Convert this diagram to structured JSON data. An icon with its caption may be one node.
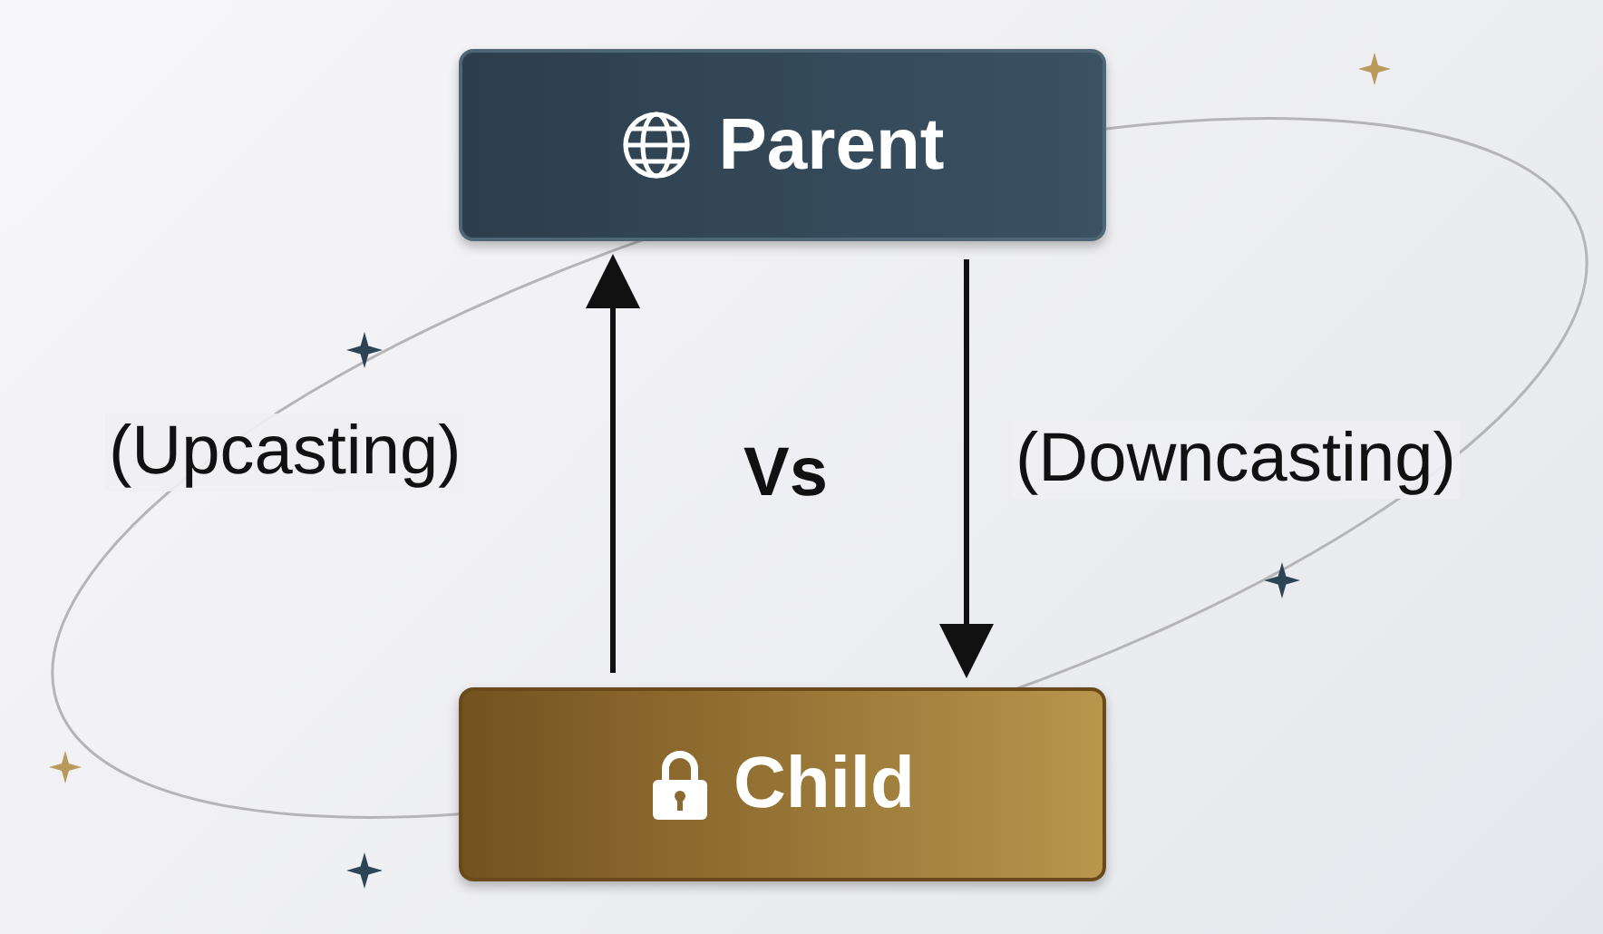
{
  "diagram": {
    "nodes": [
      {
        "text": [
          "Parent"
        ]
      },
      {
        "text": [
          "Child"
        ]
      }
    ],
    "edges": [
      {
        "from": 1,
        "to": 0,
        "arrow": "to",
        "label": "(Upcasting)"
      },
      {
        "from": 0,
        "to": 1,
        "arrow": "to",
        "label": "(Downcasting)"
      }
    ],
    "labels": [
      "Vs"
    ]
  }
}
